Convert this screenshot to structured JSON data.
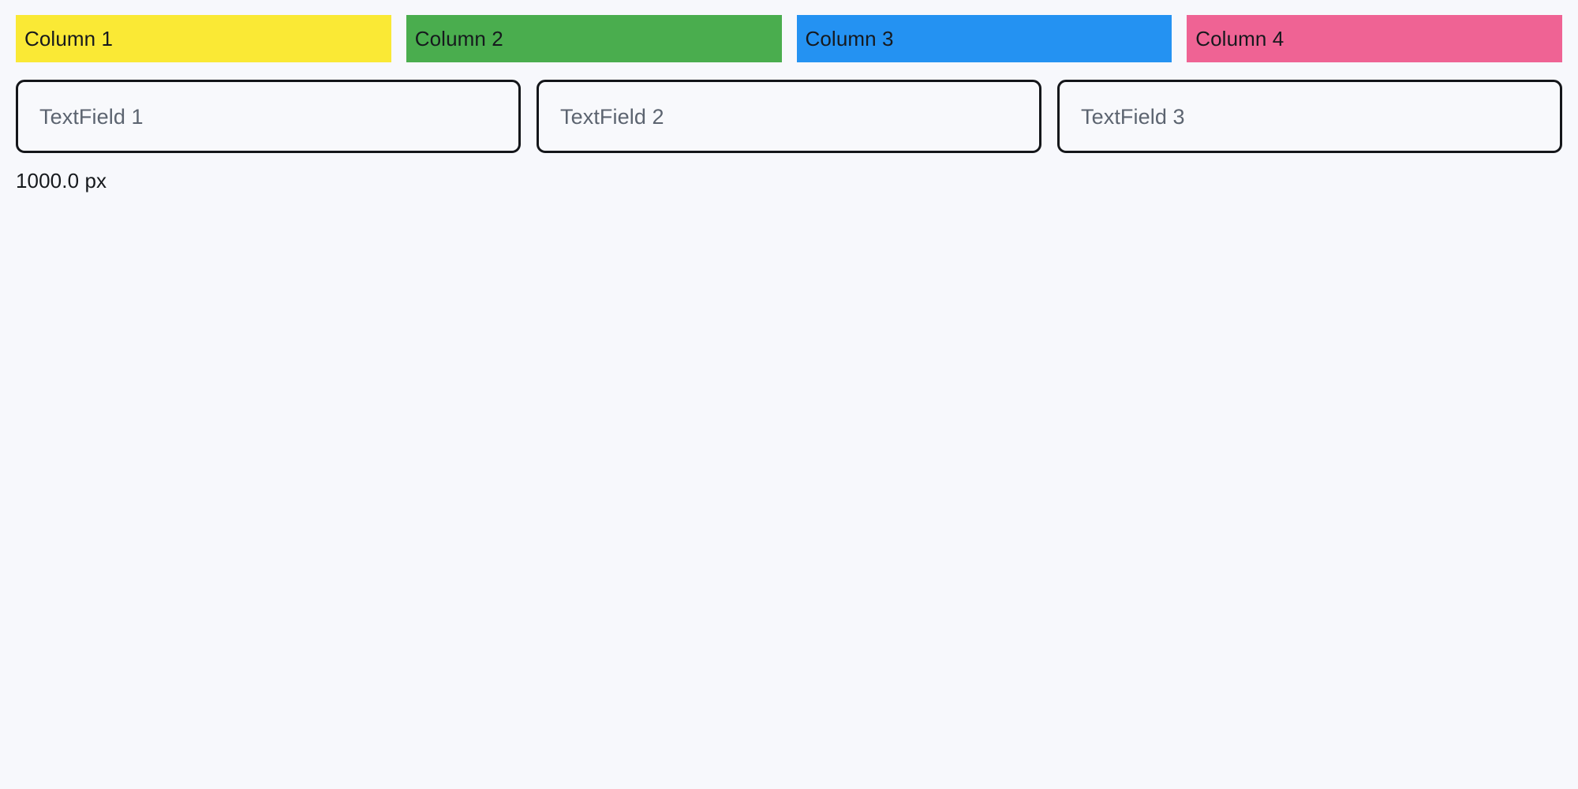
{
  "page": {
    "background_color": "#f7f8fc",
    "width_label": "1000.0 px"
  },
  "columns": {
    "items": [
      {
        "label": "Column 1",
        "color": "#fae935",
        "text_color": "#16191d"
      },
      {
        "label": "Column 2",
        "color": "#4aad4e",
        "text_color": "#16191d"
      },
      {
        "label": "Column 3",
        "color": "#2492f2",
        "text_color": "#16191d"
      },
      {
        "label": "Column 4",
        "color": "#ef6394",
        "text_color": "#16191d"
      }
    ]
  },
  "fields": {
    "items": [
      {
        "placeholder": "TextField 1",
        "value": ""
      },
      {
        "placeholder": "TextField 2",
        "value": ""
      },
      {
        "placeholder": "TextField 3",
        "value": ""
      }
    ]
  },
  "readout": {
    "text": "1000.0 px"
  }
}
